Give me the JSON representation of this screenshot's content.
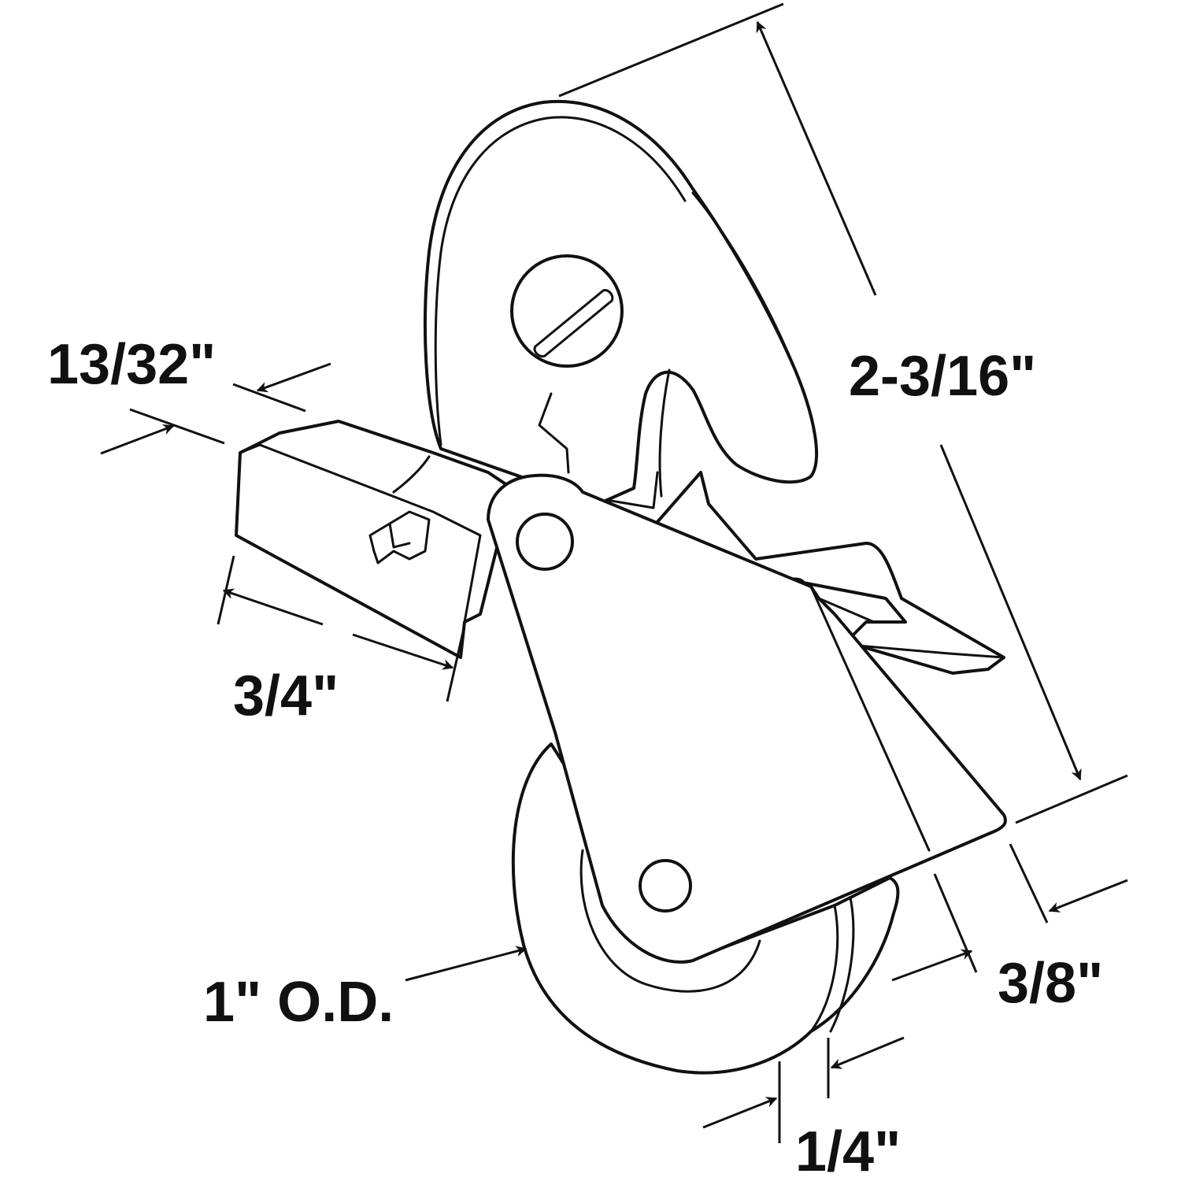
{
  "diagram": {
    "dimensions": {
      "height": "2-3/16\"",
      "housing_depth": "13/32\"",
      "housing_length": "3/4\"",
      "wheel_diameter": "1\" O.D.",
      "bracket_width": "3/8\"",
      "wheel_width": "1/4\""
    },
    "colors": {
      "line": "#111111",
      "background": "#ffffff"
    }
  }
}
